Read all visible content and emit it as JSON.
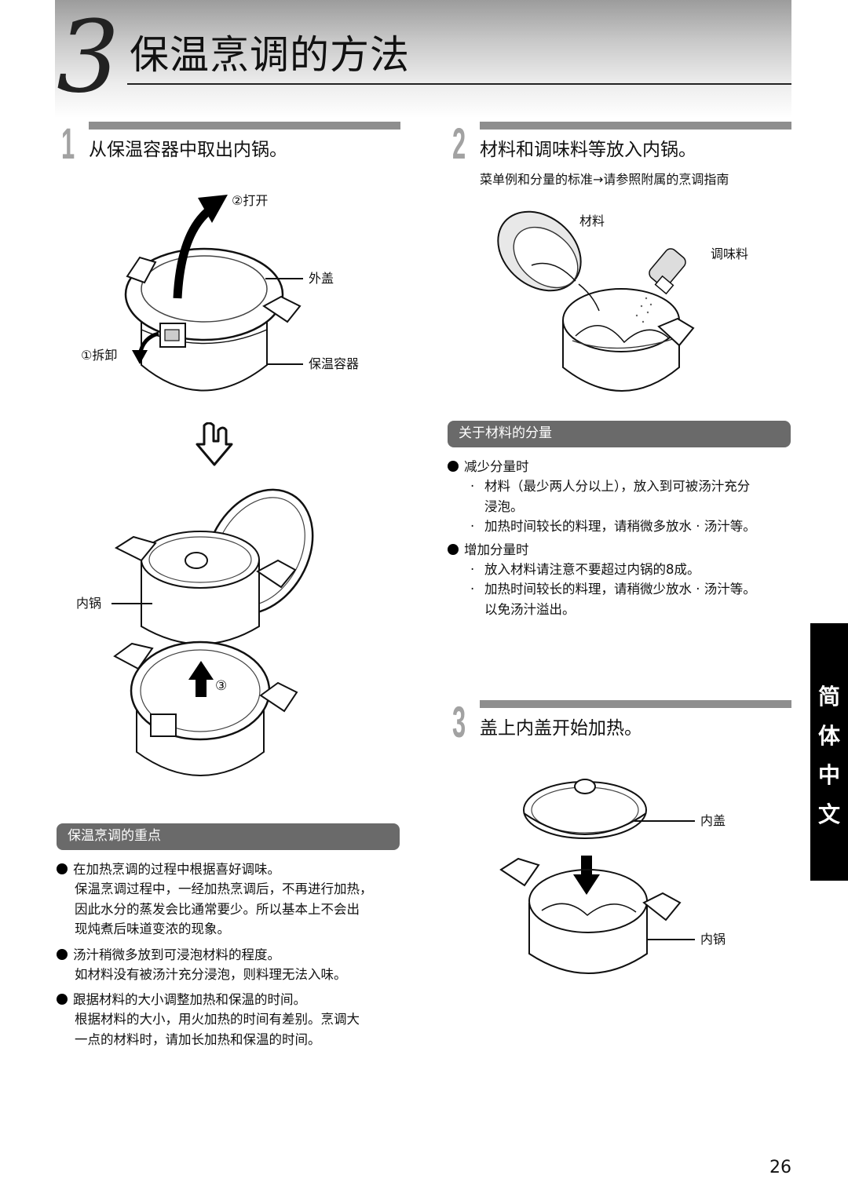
{
  "header": {
    "section_number": "3",
    "section_title": "保温烹调的方法"
  },
  "steps": [
    {
      "number": "1",
      "text": "从保温容器中取出内锅。"
    },
    {
      "number": "2",
      "text": "材料和调味料等放入内锅。"
    },
    {
      "number": "3",
      "text": "盖上内盖开始加热。"
    }
  ],
  "step2_reference": "菜单例和分量的标准→请参照附属的烹调指南",
  "figure1": {
    "open_label": "②打开",
    "outer_lid_label": "外盖",
    "unlock_label": "①拆卸",
    "container_label": "保温容器",
    "inner_pot_label": "内锅",
    "lift_label": "③"
  },
  "figure2": {
    "ingredients_label": "材料",
    "seasoning_label": "调味料"
  },
  "figure3": {
    "inner_lid_label": "内盖",
    "inner_pot_label": "内锅"
  },
  "key_points": {
    "title": "保温烹调的重点",
    "items": [
      {
        "title": "在加热烹调的过程中根据喜好调味。",
        "lines": [
          "保温烹调过程中，一经加热烹调后，不再进行加热，",
          "因此水分的蒸发会比通常要少。所以基本上不会出",
          "现炖煮后味道变浓的现象。"
        ]
      },
      {
        "title": "汤汁稍微多放到可浸泡材料的程度。",
        "lines": [
          "如材料没有被汤汁充分浸泡，则料理无法入味。"
        ]
      },
      {
        "title": "跟据材料的大小调整加热和保温的时间。",
        "lines": [
          "根据材料的大小，用火加热的时间有差别。烹调大",
          "一点的材料时，请加长加热和保温的时间。"
        ]
      }
    ]
  },
  "amounts": {
    "title": "关于材料的分量",
    "decrease_title": "减少分量时",
    "decrease_items": [
      [
        "材料（最少两人分以上），放入到可被汤汁充分",
        "浸泡。"
      ],
      [
        "加热时间较长的料理，请稍微多放水 · 汤汁等。"
      ]
    ],
    "increase_title": "增加分量时",
    "increase_items": [
      [
        "放入材料请注意不要超过内锅的8成。"
      ],
      [
        "加热时间较长的料理，请稍微少放水 · 汤汁等。",
        "以免汤汁溢出。"
      ]
    ]
  },
  "language_tab": [
    "简",
    "体",
    "中",
    "文"
  ],
  "page_number": "26"
}
